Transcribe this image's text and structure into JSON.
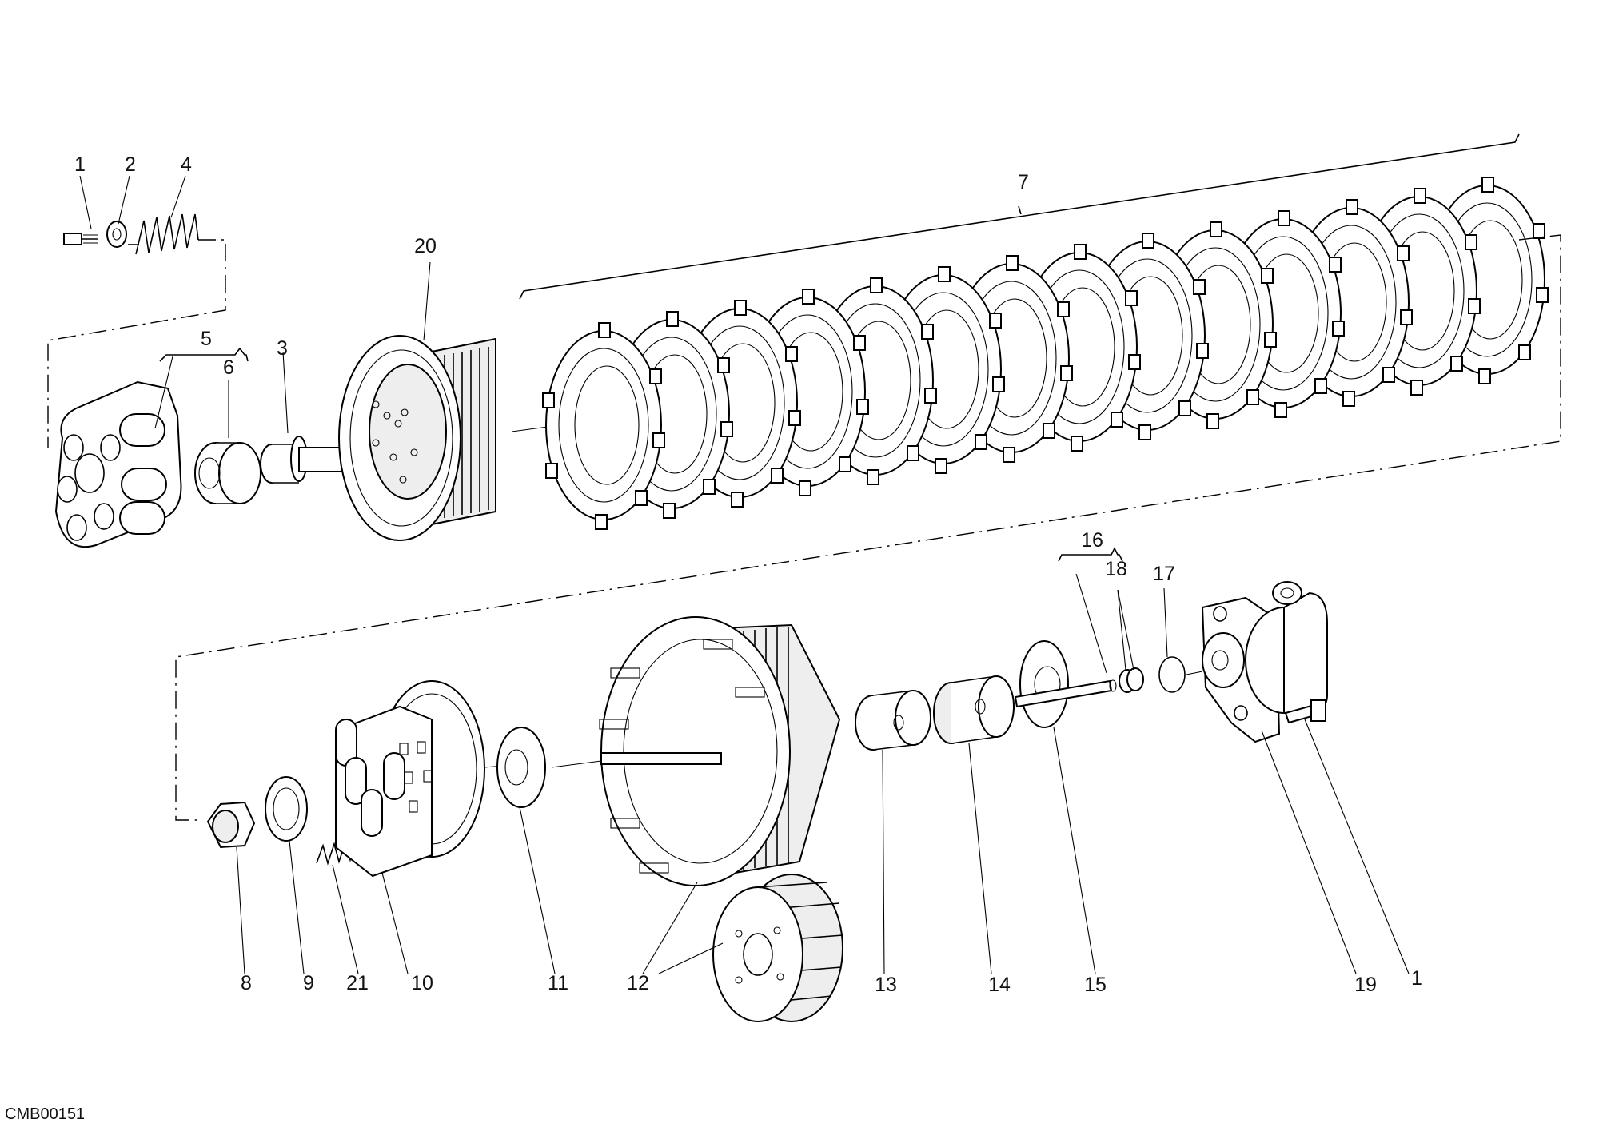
{
  "diagram": {
    "code": "CMB00151",
    "labels": [
      "1",
      "2",
      "4",
      "7",
      "20",
      "5",
      "6",
      "3",
      "16",
      "18",
      "17",
      "8",
      "9",
      "21",
      "10",
      "11",
      "12",
      "13",
      "14",
      "15",
      "19",
      "1"
    ]
  }
}
